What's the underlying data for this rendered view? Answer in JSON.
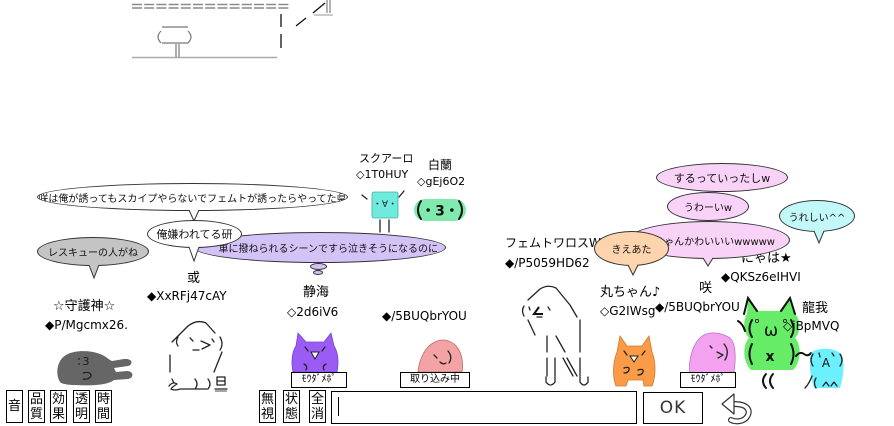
{
  "chat_bubbles": [
    {
      "text": "咲は俺が誘ってもスカイプやらないでフェムトが誘ったらやってた県",
      "color": "#ffffff"
    },
    {
      "text": "俺嫌われてる研",
      "color": "#ffffff"
    },
    {
      "text": "車に撥ねられるシーンですら泣きそうになるのに",
      "color": "#d3c2f6"
    },
    {
      "text": "レスキューの人がね",
      "color": "#c4c4c4"
    },
    {
      "text": "するっていったしw",
      "color": "#f9d2f7"
    },
    {
      "text": "うわーいw",
      "color": "#f9d2f7"
    },
    {
      "text": "がちゃんかわいいいwwwww",
      "color": "#f9d2f7"
    },
    {
      "text": "きえあた",
      "color": "#fdd4ae"
    },
    {
      "text": "うれしい^^",
      "color": "#c2f8f8"
    }
  ],
  "users": [
    {
      "name": "スクアーロ",
      "trip": "◇1T0HUY",
      "avatar_color": "#70eadc",
      "face": "・∀・"
    },
    {
      "name": "白蘭",
      "trip": "◇gEj6O2",
      "avatar_color": "#80eaae",
      "face": "・3・"
    },
    {
      "name": "或",
      "trip": "◆XxRFj47cAY"
    },
    {
      "name": "☆守護神☆",
      "trip": "◆P/Mgcmx26.",
      "avatar_color": "#666666",
      "face": "3"
    },
    {
      "name": "静海",
      "trip": "◇2d6iV6",
      "avatar_color": "#9b5cf6",
      "status": "ﾓｳﾀﾞﾒﾎﾟ"
    },
    {
      "trip": "◆/5BUQbrYOU",
      "avatar_color": "#f3a3a3",
      "status": "取り込み中"
    },
    {
      "name": "フェムトワロスW",
      "trip": "◆/P5059HD62"
    },
    {
      "name": "丸ちゃん♪",
      "trip": "◇G2IWsg",
      "avatar_color": "#fb9b47"
    },
    {
      "name": "咲",
      "trip": "◆/5BUQbrYOU",
      "avatar_color": "#f2a2ef",
      "status": "ﾓｳﾀﾞﾒﾎﾟ"
    },
    {
      "name": "にゃは★",
      "trip": "◆QKSz6eIHVI",
      "avatar_color": "#66ec66",
      "face": "ω",
      "face2": "x"
    },
    {
      "name": "龍我",
      "trip": "◇iBpMVQ",
      "avatar_color": "#6df0fd",
      "face": "A"
    }
  ],
  "toolbar": {
    "left_buttons": [
      "音",
      "品質",
      "効果",
      "透明",
      "時間"
    ],
    "right_buttons": [
      "無視",
      "状態",
      "全消"
    ],
    "message_input": {
      "value": "",
      "placeholder": ""
    },
    "ok_button": "OK",
    "undo_icon": "undo-arrow-icon"
  }
}
